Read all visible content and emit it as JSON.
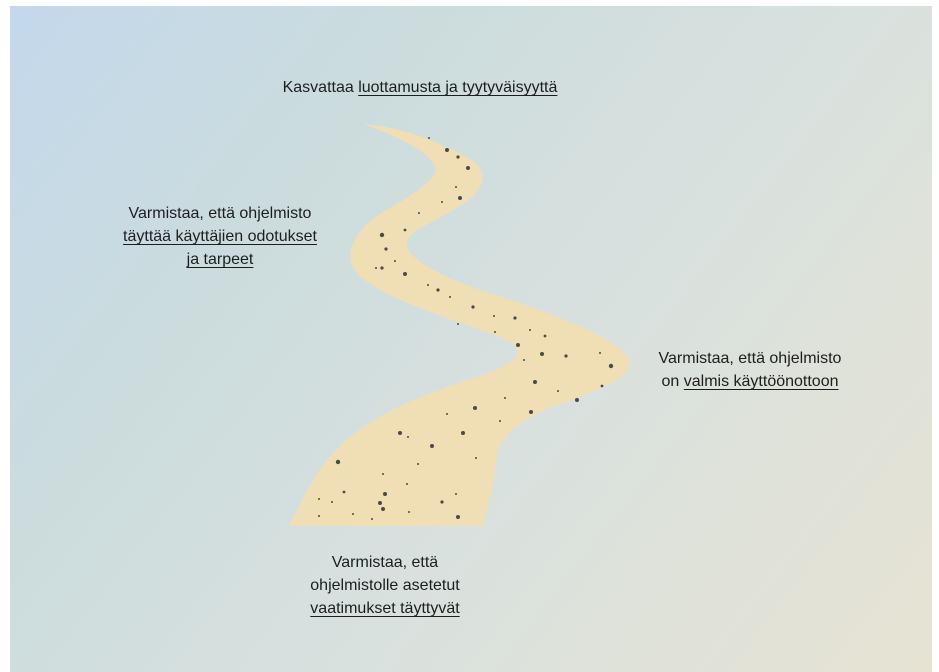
{
  "colors": {
    "path_fill": "#f0dfb4",
    "pebble": "#4a4a4a",
    "text": "#1e1e1e"
  },
  "captions": {
    "top": {
      "plain": "Kasvattaa ",
      "highlight": "luottamusta ja tyytyväisyyttä"
    },
    "left": {
      "line1": "Varmistaa, että ohjelmisto",
      "highlight1": "täyttää käyttäjien odotukset",
      "highlight2": "ja tarpeet"
    },
    "right": {
      "line1": "Varmistaa, että ohjelmisto",
      "plain2": "on ",
      "highlight2": "valmis käyttöönottoon"
    },
    "bottom": {
      "line1": "Varmistaa, että",
      "line2": "ohjelmistolle asetetut",
      "highlight3": "vaatimukset täyttyvät"
    }
  }
}
